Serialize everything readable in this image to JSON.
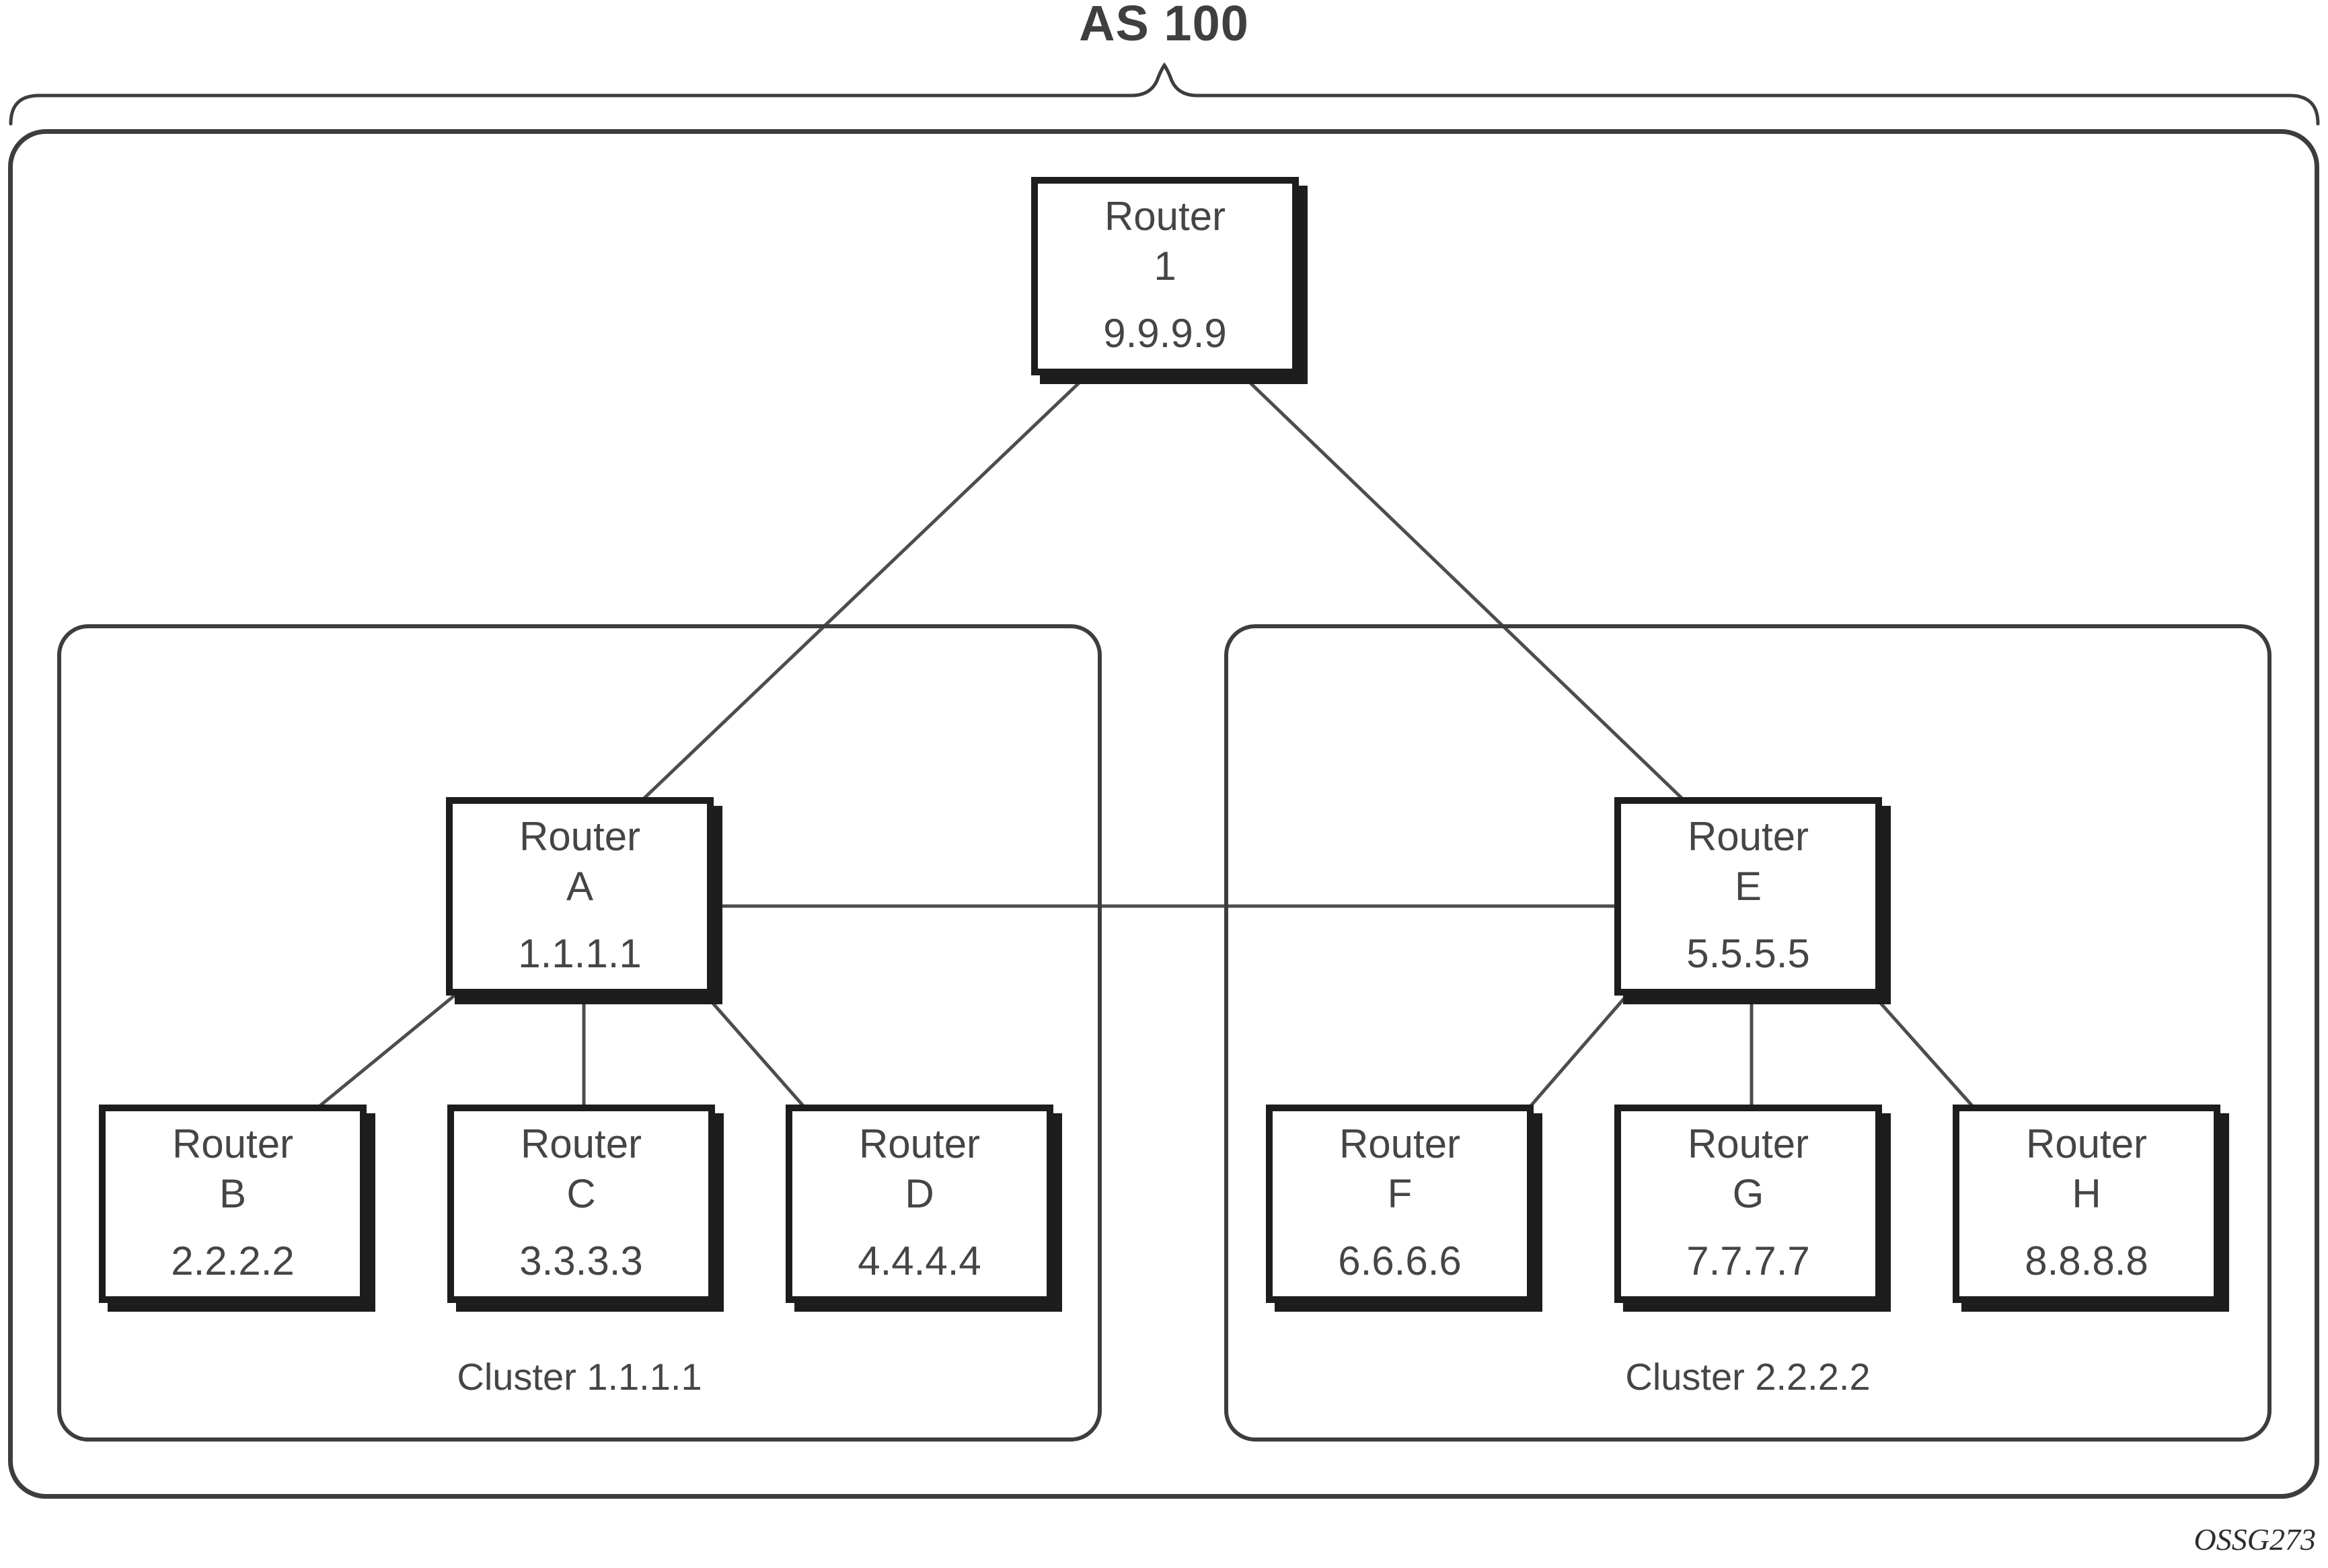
{
  "title": "AS 100",
  "figure_id": "OSSG273",
  "routers": {
    "r1": {
      "name": "Router",
      "id": "1",
      "address": "9.9.9.9"
    },
    "rA": {
      "name": "Router",
      "id": "A",
      "address": "1.1.1.1"
    },
    "rB": {
      "name": "Router",
      "id": "B",
      "address": "2.2.2.2"
    },
    "rC": {
      "name": "Router",
      "id": "C",
      "address": "3.3.3.3"
    },
    "rD": {
      "name": "Router",
      "id": "D",
      "address": "4.4.4.4"
    },
    "rE": {
      "name": "Router",
      "id": "E",
      "address": "5.5.5.5"
    },
    "rF": {
      "name": "Router",
      "id": "F",
      "address": "6.6.6.6"
    },
    "rG": {
      "name": "Router",
      "id": "G",
      "address": "7.7.7.7"
    },
    "rH": {
      "name": "Router",
      "id": "H",
      "address": "8.8.8.8"
    }
  },
  "clusters": [
    {
      "label": "Cluster 1.1.1.1"
    },
    {
      "label": "Cluster 2.2.2.2"
    }
  ],
  "links": [
    {
      "from": "Router 1",
      "to": "Router A"
    },
    {
      "from": "Router 1",
      "to": "Router E"
    },
    {
      "from": "Router A",
      "to": "Router E"
    },
    {
      "from": "Router A",
      "to": "Router B"
    },
    {
      "from": "Router A",
      "to": "Router C"
    },
    {
      "from": "Router A",
      "to": "Router D"
    },
    {
      "from": "Router E",
      "to": "Router F"
    },
    {
      "from": "Router E",
      "to": "Router G"
    },
    {
      "from": "Router E",
      "to": "Router H"
    }
  ],
  "colors": {
    "background": "#ffffff",
    "box_border": "#1d1d1d",
    "outline_border": "#3d3d3d",
    "wire": "#4d4d4d",
    "text": "#454545"
  }
}
